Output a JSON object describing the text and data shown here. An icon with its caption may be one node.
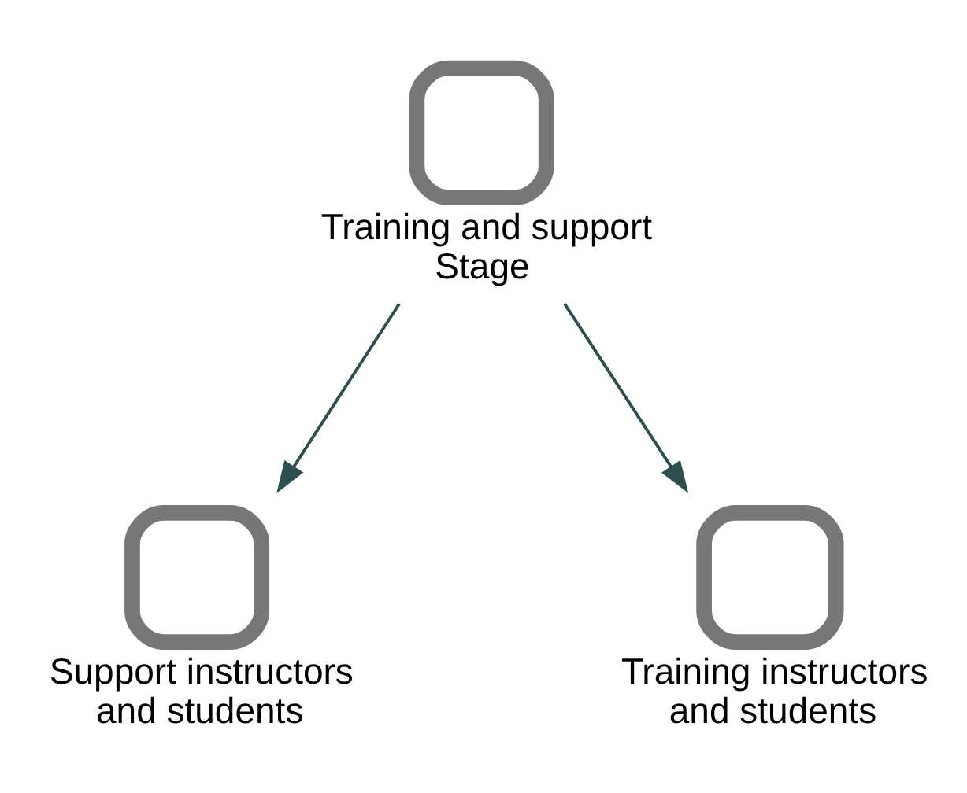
{
  "diagram": {
    "nodes": [
      {
        "text": [
          "Training and support Stage"
        ]
      },
      {
        "text": [
          "Support instructors and students"
        ]
      },
      {
        "text": [
          "Training instructors and students"
        ]
      }
    ],
    "edges": [
      {
        "from": 0,
        "to": 1,
        "arrow": "to"
      },
      {
        "from": 0,
        "to": 2,
        "arrow": "to"
      }
    ]
  }
}
